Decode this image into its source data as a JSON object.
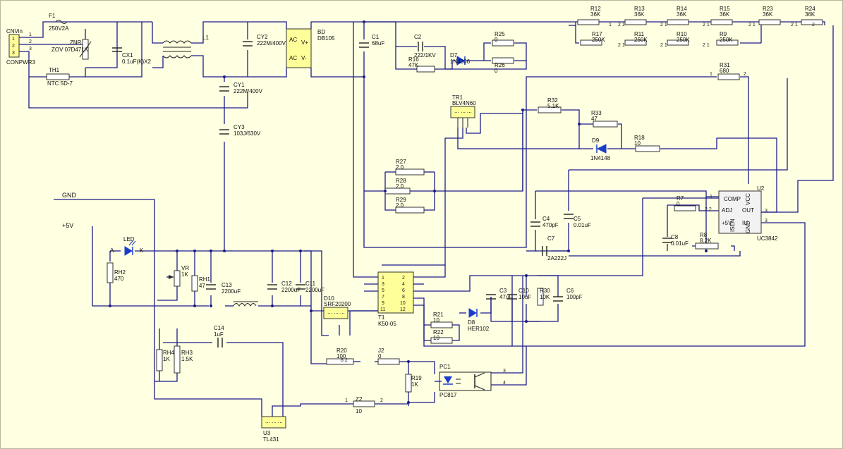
{
  "connector": {
    "ref": "CNVin",
    "part": "CONPWR3",
    "pins": [
      "1",
      "2",
      "3"
    ]
  },
  "fuse": {
    "ref": "F1",
    "value": "250V2A"
  },
  "varistor": {
    "ref": "ZNR",
    "value": "ZOV 07D471K"
  },
  "thermistor": {
    "ref": "TH1",
    "value": "NTC 5D-7"
  },
  "cx1": {
    "ref": "CX1",
    "value": "0.1uF(K)X2"
  },
  "l1": {
    "ref": "L1"
  },
  "cy2": {
    "ref": "CY2",
    "value": "222M/400V"
  },
  "cy1": {
    "ref": "CY1",
    "value": "222M/400V"
  },
  "cy3": {
    "ref": "CY3",
    "value": "103J/630V"
  },
  "bridge": {
    "ref": "BD",
    "value": "DB105",
    "ac": "AC",
    "vplus": "V+",
    "vminus": "V-"
  },
  "c1": {
    "ref": "C1",
    "value": "68uF"
  },
  "c2": {
    "ref": "C2",
    "value": "222/1KV"
  },
  "r16": {
    "ref": "R16",
    "value": "47K"
  },
  "d7": {
    "ref": "D7",
    "value": "1N4006"
  },
  "r25": {
    "ref": "R25",
    "value": "0"
  },
  "r26": {
    "ref": "R26",
    "value": "0"
  },
  "top_resistors": [
    {
      "ref": "R12",
      "value": "36K"
    },
    {
      "ref": "R13",
      "value": "36K"
    },
    {
      "ref": "R14",
      "value": "36K"
    },
    {
      "ref": "R15",
      "value": "36K"
    },
    {
      "ref": "R23",
      "value": "36K"
    },
    {
      "ref": "R24",
      "value": "36K"
    }
  ],
  "second_resistors": [
    {
      "ref": "R17",
      "value": "250K"
    },
    {
      "ref": "R11",
      "value": "250K"
    },
    {
      "ref": "R10",
      "value": "250K"
    },
    {
      "ref": "R9",
      "value": "250K"
    }
  ],
  "r31": {
    "ref": "R31",
    "value": "680"
  },
  "tr1": {
    "ref": "TR1",
    "value": "BLV4N60"
  },
  "r32": {
    "ref": "R32",
    "value": "5.1K"
  },
  "r33": {
    "ref": "R33",
    "value": "47"
  },
  "d9": {
    "ref": "D9",
    "value": "1N4148"
  },
  "r18": {
    "ref": "R18",
    "value": "10"
  },
  "r27": {
    "ref": "R27",
    "value": "2.0"
  },
  "r28": {
    "ref": "R28",
    "value": "2.0"
  },
  "r29": {
    "ref": "R29",
    "value": "2.0"
  },
  "u2": {
    "ref": "U2",
    "value": "UC3842",
    "pins": [
      "COMP",
      "VCC",
      "ADJ",
      "OUT",
      "+5V",
      "ISEN",
      "GND",
      "IU"
    ]
  },
  "r7": {
    "ref": "R7",
    "value": "0"
  },
  "c4": {
    "ref": "C4",
    "value": "470pF"
  },
  "c5": {
    "ref": "C5",
    "value": "0.01uF"
  },
  "c8": {
    "ref": "C8",
    "value": "0.01uF"
  },
  "r8": {
    "ref": "R8",
    "value": "8.2K"
  },
  "c7": {
    "ref": "C7",
    "value": "2A222J"
  },
  "gnd_label": "GND",
  "v5_label": "+5V",
  "led": {
    "ref": "LED",
    "a": "A",
    "k": "K"
  },
  "rh2": {
    "ref": "RH2",
    "value": "470"
  },
  "vr": {
    "ref": "VR",
    "value": "1K"
  },
  "rh1": {
    "ref": "RH1",
    "value": "47"
  },
  "c13": {
    "ref": "C13",
    "value": "2200uF"
  },
  "c12": {
    "ref": "C12",
    "value": "2200uF"
  },
  "c11": {
    "ref": "C11",
    "value": "2200uF"
  },
  "t1": {
    "ref": "T1",
    "value": "K50-05"
  },
  "d10": {
    "ref": "D10",
    "value": "SRF20200"
  },
  "r21": {
    "ref": "R21",
    "value": "10"
  },
  "r22": {
    "ref": "R22",
    "value": "10"
  },
  "d8": {
    "ref": "D8",
    "value": "HER102"
  },
  "c3": {
    "ref": "C3",
    "value": "47uF"
  },
  "c10": {
    "ref": "C10",
    "value": "10uF"
  },
  "r30": {
    "ref": "R30",
    "value": "10K"
  },
  "c6": {
    "ref": "C6",
    "value": "100pF"
  },
  "rh4": {
    "ref": "RH4",
    "value": "1K"
  },
  "rh3": {
    "ref": "RH3",
    "value": "1.5K"
  },
  "c14": {
    "ref": "C14",
    "value": "1uF"
  },
  "r20": {
    "ref": "R20",
    "value": "100"
  },
  "j2": {
    "ref": "J2",
    "value": "0"
  },
  "r19": {
    "ref": "R19",
    "value": "1K"
  },
  "pc1": {
    "ref": "PC1",
    "value": "PC817"
  },
  "z2": {
    "ref": "Z2",
    "value": "10"
  },
  "u3": {
    "ref": "U3",
    "value": "TL431"
  }
}
